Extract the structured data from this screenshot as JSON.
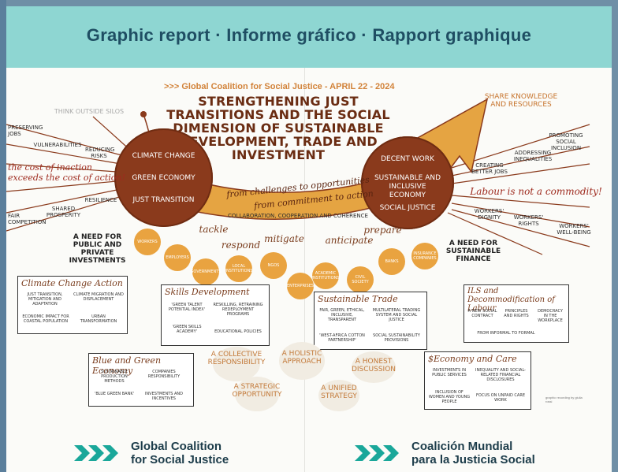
{
  "header": {
    "title": "Graphic report · Informe gráfico · Rapport graphique"
  },
  "event": {
    "subtitle": ">>> Global Coalition for Social Justice - APRIL 22 - 2024",
    "title": "STRENGTHENING JUST TRANSITIONS AND THE SOCIAL DIMENSION OF SUSTAINABLE DEVELOPMENT, TRADE AND INVESTMENT"
  },
  "left_circle": {
    "items": [
      "CLIMATE CHANGE",
      "GREEN ECONOMY",
      "JUST TRANSITION"
    ]
  },
  "right_circle": {
    "items": [
      "DECENT WORK",
      "SUSTAINABLE AND INCLUSIVE ECONOMY",
      "SOCIAL JUSTICE"
    ]
  },
  "arrow_text": {
    "line1": "from challenges to opportunities",
    "line2": "from commitment to action"
  },
  "collab": "COLLABORATION, COOPERATION AND COHERENCE",
  "verbs": [
    "tackle",
    "respond",
    "mitigate",
    "anticipate",
    "prepare"
  ],
  "left_notes": {
    "think": "THINK OUTSIDE SILOS",
    "preserving": "PRESERVING JOBS",
    "vulnerabilities": "VULNERABILITIES",
    "reducing": "REDUCING RISKS",
    "inaction": "the cost of inaction exceeds the cost of action!",
    "resilience": "RESILIENCE",
    "shared": "SHARED PROSPERITY",
    "fair": "FAIR COMPETITION"
  },
  "right_notes": {
    "share": "SHARE KNOWLEDGE AND RESOURCES",
    "promoting": "PROMOTING SOCIAL INCLUSION",
    "addressing": "ADDRESSING INEQUALITIES",
    "creating": "CREATING BETTER JOBS",
    "labour": "Labour is not a commodity!",
    "dignity": "WORKERS' DIGNITY",
    "rights": "WORKERS' RIGHTS",
    "wellbeing": "WORKERS' WELL-BEING"
  },
  "actors": [
    "WORKERS",
    "EMPLOYERS",
    "GOVERNMENTS",
    "LOCAL INSTITUTIONS",
    "NGOs",
    "ENTERPRISES",
    "ACADEMIC INSTITUTIONS",
    "CIVIL SOCIETY",
    "BANKS",
    "INSURANCE COMPANIES"
  ],
  "need_left": "A NEED FOR PUBLIC AND PRIVATE INVESTMENTS",
  "need_right": "A NEED FOR SUSTAINABLE FINANCE",
  "boxes": {
    "climate": {
      "title": "Climate Change Action",
      "items": [
        "JUST TRANSITION, MITIGATION AND ADAPTATION",
        "CLIMATE MIGRATION AND DISPLACEMENT",
        "ECONOMIC IMPACT FOR COASTAL POPULATION",
        "URBAN TRANSFORMATION"
      ]
    },
    "skills": {
      "title": "Skills Development",
      "items": [
        "'GREEN TALENT POTENTIAL INDEX'",
        "RESKILLING, RETRAINING REDEPLOYMENT PROGRAMS",
        "'GREEN SKILLS ACADEMY'",
        "EDUCATIONAL POLICIES"
      ]
    },
    "trade": {
      "title": "Sustainable Trade",
      "items": [
        "FAIR, GREEN, ETHICAL, INCLUSIVE, TRANSPARENT",
        "MULTILATERAL TRADING SYSTEM AND SOCIAL JUSTICE",
        "'WEST-AFRICA COTTON PARTNERSHIP'",
        "SOCIAL SUSTAINABILITY PROVISIONS"
      ]
    },
    "ils": {
      "title": "ILS and Decommodification of Labour",
      "items": [
        "A NEW SOCIAL CONTRACT",
        "PRINCIPLES AND RIGHTS",
        "DEMOCRACY IN THE WORKPLACE",
        "FROM INFORMAL TO FORMAL"
      ]
    },
    "blue": {
      "title": "Blue and Green Economy",
      "items": [
        "SUSTAINABLE PRODUCTION METHODS",
        "COMPANIES RESPONSIBILITY",
        "'BLUE GREEN BANK'",
        "INVESTMENTS AND INCENTIVES"
      ]
    },
    "care": {
      "title": "$Economy and Care",
      "items": [
        "INVESTMENTS IN PUBLIC SERVICES",
        "INEQUALITY AND SOCIAL-RELATED FINANCIAL DISCLOSURES",
        "INCLUSION OF WOMEN AND YOUNG PEOPLE",
        "FOCUS ON UNPAID CARE WORK"
      ]
    }
  },
  "ideas": [
    "A COLLECTIVE RESPONSIBILITY",
    "A HOLISTIC APPROACH",
    "A HONEST DISCUSSION",
    "A STRATEGIC OPPORTUNITY",
    "A UNIFIED STRATEGY"
  ],
  "credit": "graphic recording by giulia rossi",
  "footer": {
    "left_line1": "Global Coalition",
    "left_line2": "for Social Justice",
    "right_line1": "Coalición Mundial",
    "right_line2": "para la Justicia Social"
  },
  "colors": {
    "header": "#8ed6d2",
    "circle": "#8a3a1c",
    "bubble": "#e9a340",
    "arrow": "#d9902e",
    "logo": "#1aa79a"
  }
}
